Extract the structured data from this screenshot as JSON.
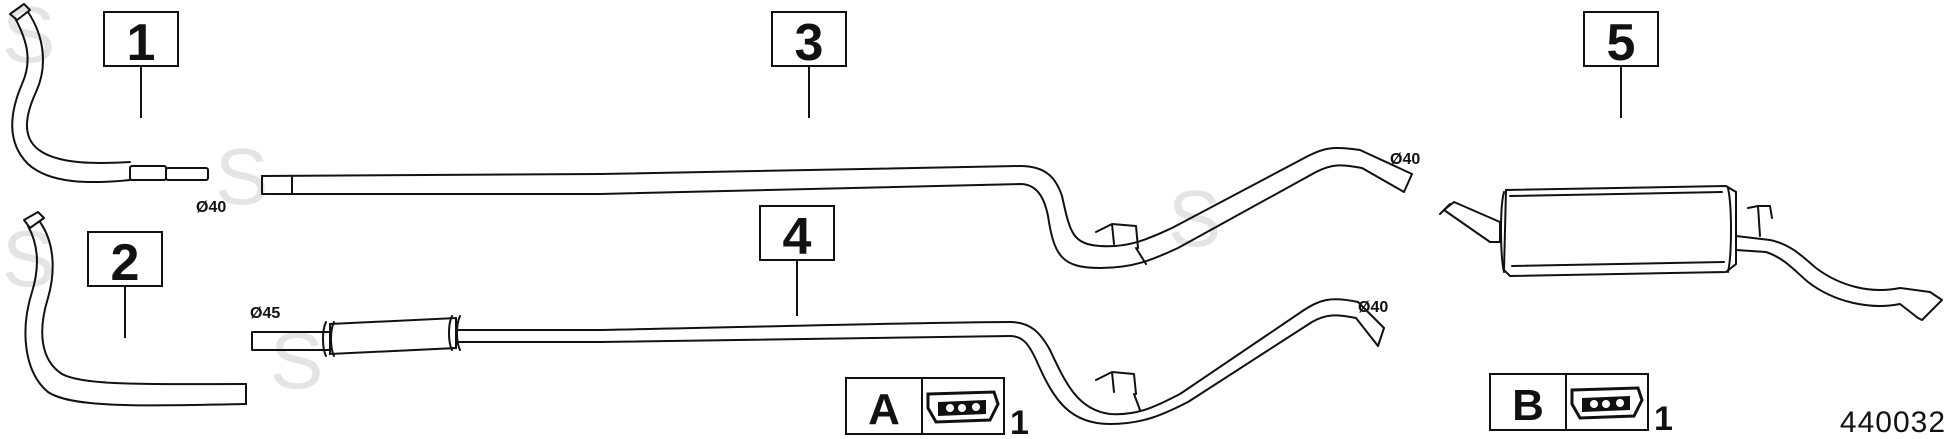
{
  "callouts": {
    "part1": "1",
    "part2": "2",
    "part3": "3",
    "part4": "4",
    "part5": "5"
  },
  "diameters": {
    "part1_outlet": "Ø40",
    "part3_outlet": "Ø40",
    "part4_inlet": "Ø45",
    "part4_outlet": "Ø40"
  },
  "legend": {
    "a": {
      "letter": "A",
      "icon": "hanger-bracket-icon",
      "qty": "1"
    },
    "b": {
      "letter": "B",
      "icon": "hanger-bracket-icon",
      "qty": "1"
    }
  },
  "reference_number": "440032",
  "watermark": "S"
}
